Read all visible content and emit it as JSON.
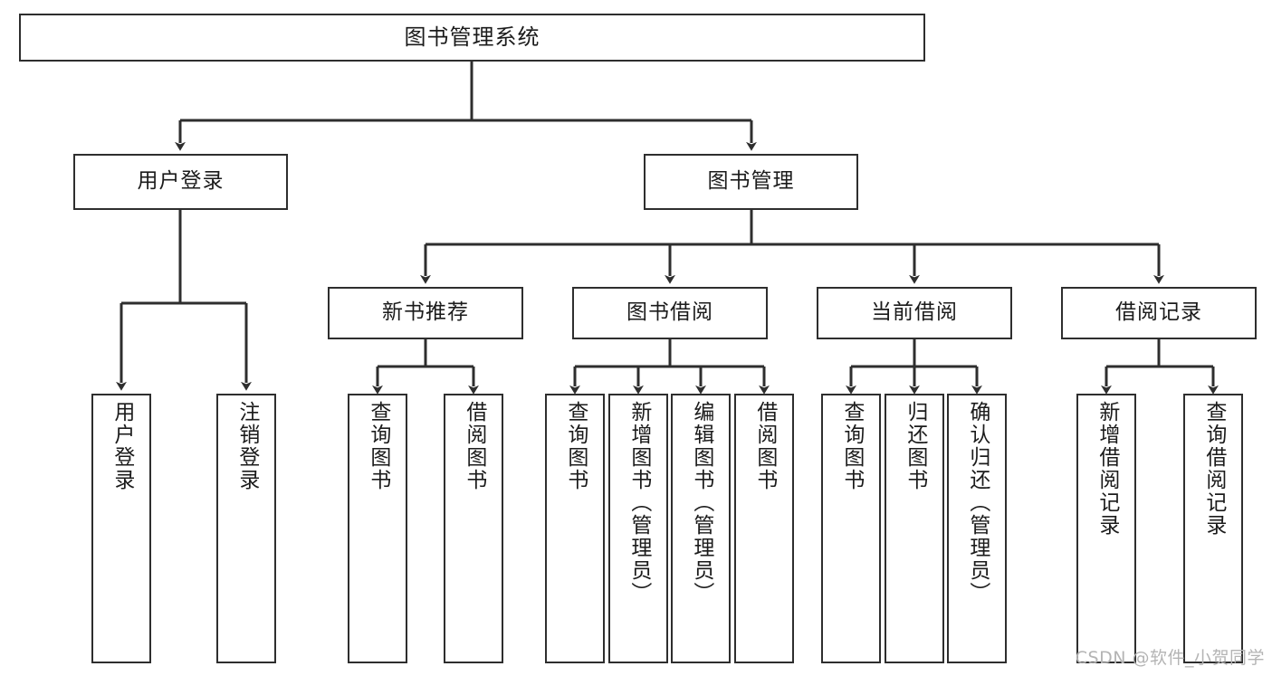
{
  "diagram": {
    "title": "图书管理系统",
    "type": "tree",
    "colors": {
      "box_border": "#2e2e2e",
      "box_fill": "#ffffff",
      "line": "#2e2e2e",
      "text": "#1b1b1b",
      "watermark": "#b4b4b4"
    },
    "nodes": {
      "root": {
        "label": "图书管理系统"
      },
      "level2": [
        {
          "id": "user-login",
          "label": "用户登录"
        },
        {
          "id": "book-manage",
          "label": "图书管理"
        }
      ],
      "level3": [
        {
          "id": "new-book-recommend",
          "label": "新书推荐"
        },
        {
          "id": "book-borrow",
          "label": "图书借阅"
        },
        {
          "id": "current-borrow",
          "label": "当前借阅"
        },
        {
          "id": "borrow-record",
          "label": "借阅记录"
        }
      ],
      "leaves": {
        "user-login": [
          {
            "id": "leaf-user-login",
            "label": "用户登录"
          },
          {
            "id": "leaf-user-logout",
            "label": "注销登录"
          }
        ],
        "new-book-recommend": [
          {
            "id": "leaf-query-book-1",
            "label": "查询图书"
          },
          {
            "id": "leaf-borrow-book-1",
            "label": "借阅图书"
          }
        ],
        "book-borrow": [
          {
            "id": "leaf-query-book-2",
            "label": "查询图书"
          },
          {
            "id": "leaf-add-book",
            "label": "新增图书（管理员）"
          },
          {
            "id": "leaf-edit-book",
            "label": "编辑图书（管理员）"
          },
          {
            "id": "leaf-borrow-book-2",
            "label": "借阅图书"
          }
        ],
        "current-borrow": [
          {
            "id": "leaf-query-book-3",
            "label": "查询图书"
          },
          {
            "id": "leaf-return-book",
            "label": "归还图书"
          },
          {
            "id": "leaf-confirm-return",
            "label": "确认归还（管理员）"
          }
        ],
        "borrow-record": [
          {
            "id": "leaf-add-record",
            "label": "新增借阅记录"
          },
          {
            "id": "leaf-query-record",
            "label": "查询借阅记录"
          }
        ]
      }
    },
    "watermark": "CSDN @软件_小贺同学"
  }
}
